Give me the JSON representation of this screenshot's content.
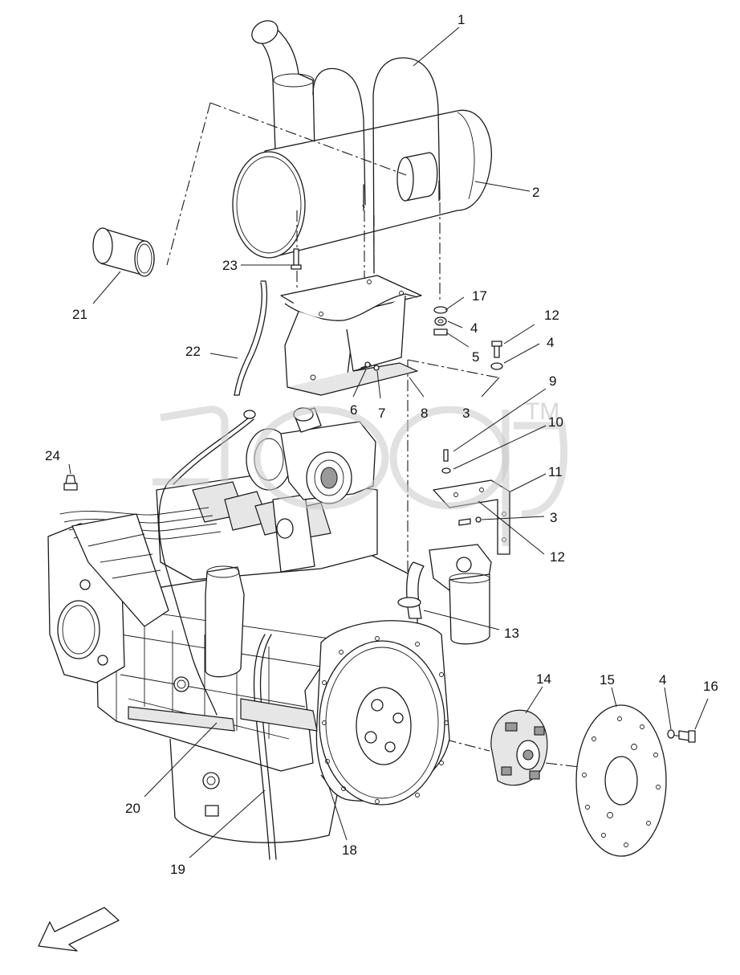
{
  "diagram": {
    "callouts": [
      {
        "id": "c1",
        "text": "1"
      },
      {
        "id": "c2",
        "text": "2"
      },
      {
        "id": "c3a",
        "text": "3"
      },
      {
        "id": "c3b",
        "text": "3"
      },
      {
        "id": "c4a",
        "text": "4"
      },
      {
        "id": "c4b",
        "text": "4"
      },
      {
        "id": "c4c",
        "text": "4"
      },
      {
        "id": "c5",
        "text": "5"
      },
      {
        "id": "c6",
        "text": "6"
      },
      {
        "id": "c7",
        "text": "7"
      },
      {
        "id": "c8",
        "text": "8"
      },
      {
        "id": "c9",
        "text": "9"
      },
      {
        "id": "c10",
        "text": "10"
      },
      {
        "id": "c11",
        "text": "11"
      },
      {
        "id": "c12a",
        "text": "12"
      },
      {
        "id": "c12b",
        "text": "12"
      },
      {
        "id": "c13",
        "text": "13"
      },
      {
        "id": "c14",
        "text": "14"
      },
      {
        "id": "c15",
        "text": "15"
      },
      {
        "id": "c16",
        "text": "16"
      },
      {
        "id": "c17",
        "text": "17"
      },
      {
        "id": "c18",
        "text": "18"
      },
      {
        "id": "c19",
        "text": "19"
      },
      {
        "id": "c20",
        "text": "20"
      },
      {
        "id": "c21",
        "text": "21"
      },
      {
        "id": "c22",
        "text": "22"
      },
      {
        "id": "c23",
        "text": "23"
      },
      {
        "id": "c24",
        "text": "24"
      }
    ],
    "watermark_tm": "TM"
  }
}
